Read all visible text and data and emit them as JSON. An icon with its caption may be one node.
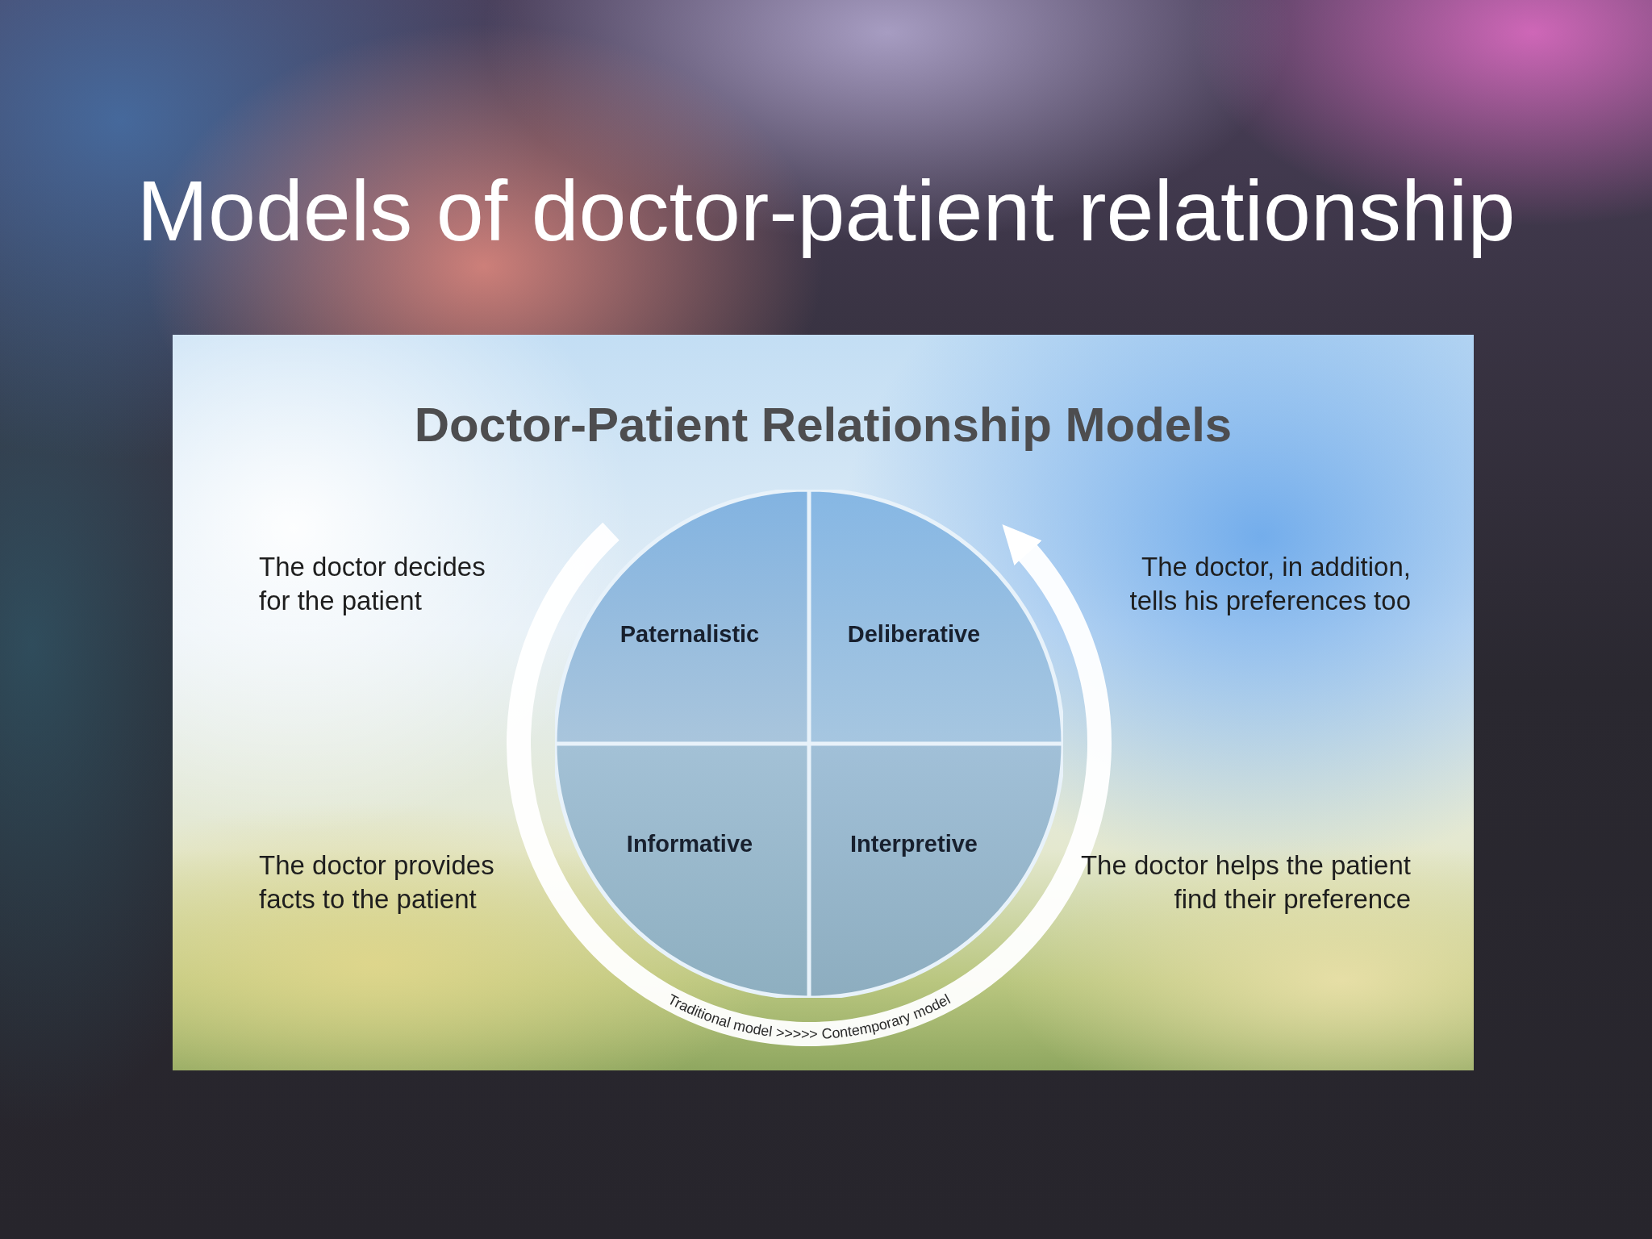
{
  "diagram": {
    "title": "Models of doctor-patient relationship",
    "nodes": [
      {
        "text": [
          "Paternalistic"
        ],
        "beside": [
          "The doctor decides for the patient"
        ]
      },
      {
        "text": [
          "Deliberative"
        ],
        "beside": [
          "The doctor, in addition, tells his preferences too"
        ]
      },
      {
        "text": [
          "Informative"
        ],
        "beside": [
          "The doctor provides facts to the patient"
        ]
      },
      {
        "text": [
          "Interpretive"
        ],
        "beside": [
          "The doctor helps the patient find their preference"
        ]
      }
    ],
    "labels": [
      "Doctor-Patient Relationship Models",
      "Traditional model >>>>> Contemporary model"
    ]
  }
}
